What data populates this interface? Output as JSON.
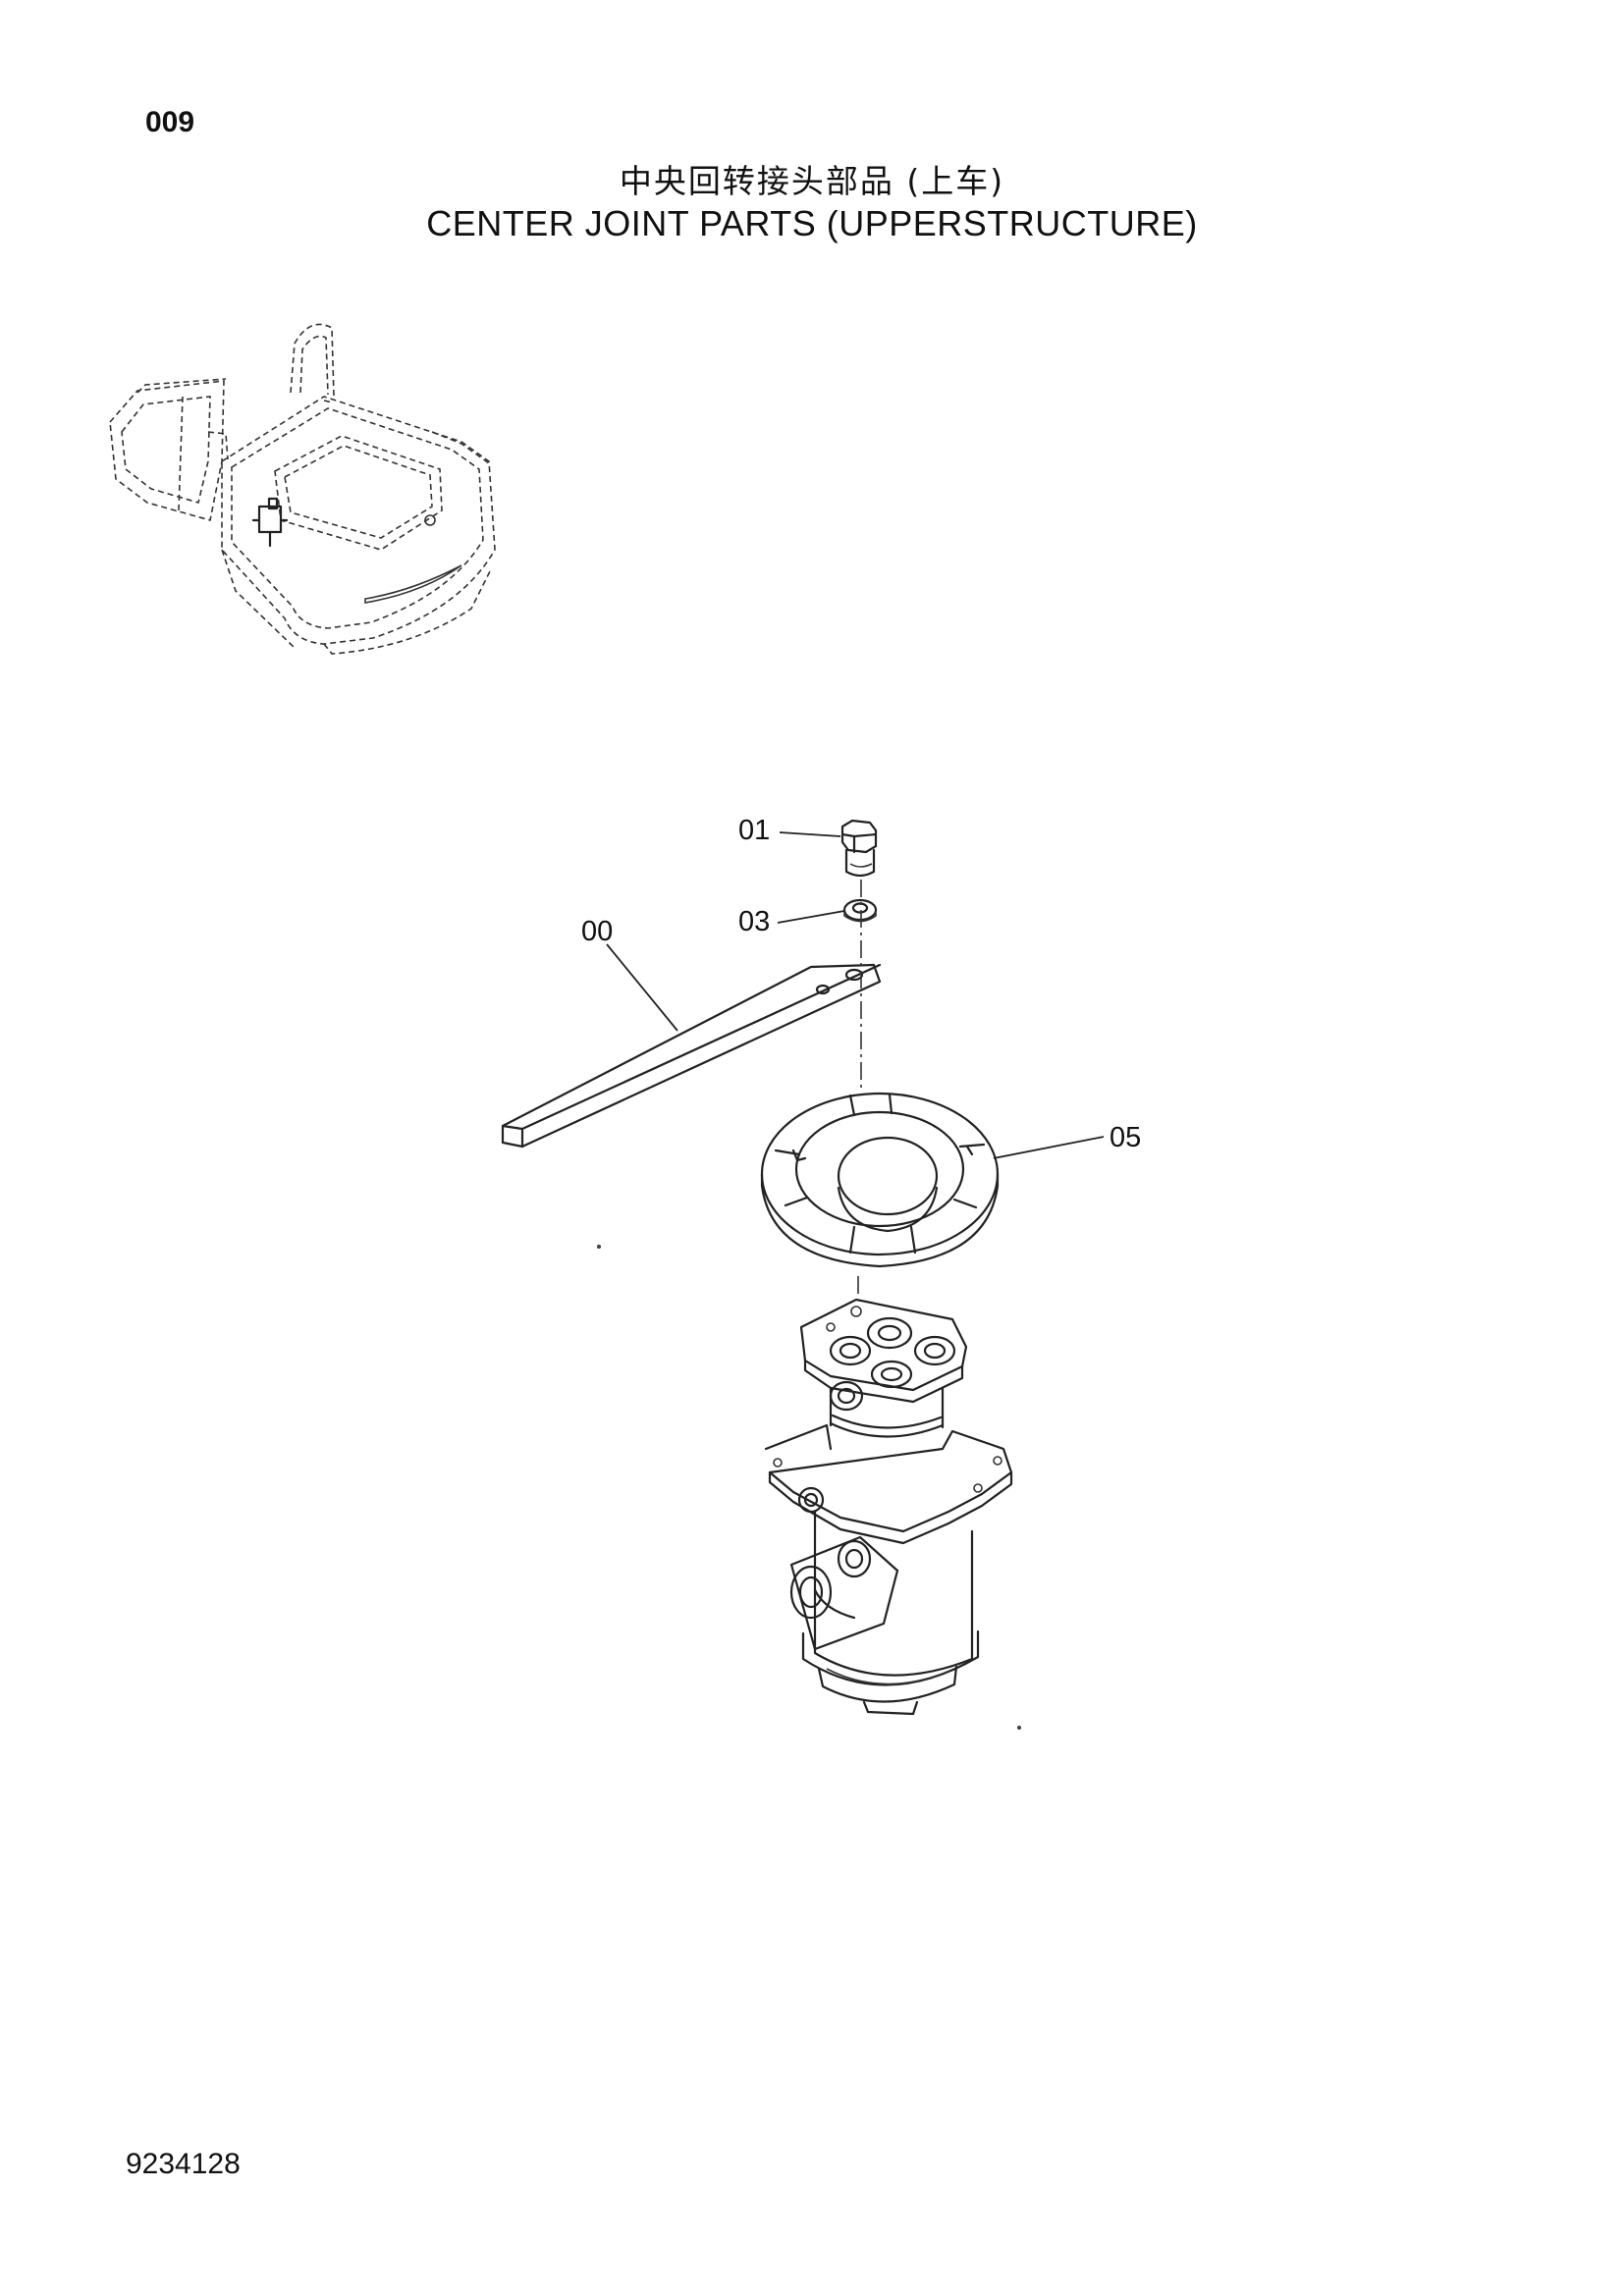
{
  "header": {
    "page_number": "009",
    "title_cn": "中央回转接头部品 (上车)",
    "title_en": "CENTER JOINT PARTS (UPPERSTRUCTURE)"
  },
  "callouts": [
    {
      "label": "01"
    },
    {
      "label": "03"
    },
    {
      "label": "00"
    },
    {
      "label": "05"
    }
  ],
  "footer": {
    "doc_number": "9234128"
  }
}
